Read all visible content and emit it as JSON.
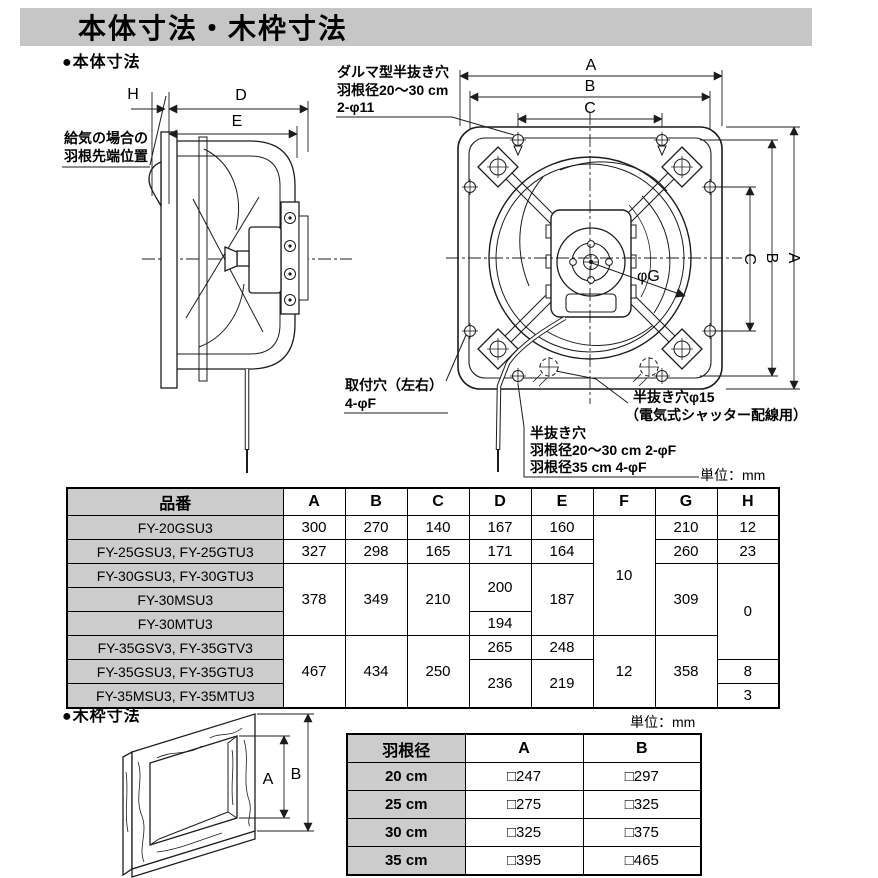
{
  "page": {
    "title": "本体寸法・木枠寸法"
  },
  "dims": {
    "H": "H",
    "D": "D",
    "E": "E",
    "A": "A",
    "B": "B",
    "C": "C",
    "phi_g": "φG"
  },
  "body_section": {
    "heading": "●本体寸法",
    "unit_label": "単位：mm",
    "annotations": {
      "supply": [
        "給気の場合の",
        "羽根先端位置"
      ],
      "darma": [
        "ダルマ型半抜き穴",
        "羽根径20〜30 cm",
        "2-φ11"
      ],
      "mount": [
        "取付穴（左右）",
        "4-φF"
      ],
      "half15": [
        "半抜き穴φ15",
        "（電気式シャッター配線用）"
      ],
      "half": [
        "半抜き穴",
        "羽根径20〜30 cm  2-φF",
        "羽根径35 cm  4-φF"
      ]
    },
    "table": {
      "headers": [
        "品番",
        "A",
        "B",
        "C",
        "D",
        "E",
        "F",
        "G",
        "H"
      ],
      "rows": [
        {
          "model": "FY-20GSU3",
          "A": "300",
          "B": "270",
          "C": "140",
          "D": "167",
          "E": "160",
          "F": "10",
          "G": "210",
          "H": "12"
        },
        {
          "model": "FY-25GSU3, FY-25GTU3",
          "A": "327",
          "B": "298",
          "C": "165",
          "D": "171",
          "E": "164",
          "G": "260",
          "H": "23"
        },
        {
          "model": "FY-30GSU3, FY-30GTU3",
          "A": "378",
          "B": "349",
          "C": "210",
          "D": "200",
          "E": "187",
          "G": "309",
          "H": "0"
        },
        {
          "model": "FY-30MSU3"
        },
        {
          "model": "FY-30MTU3",
          "D": "194"
        },
        {
          "model": "FY-35GSV3, FY-35GTV3",
          "A": "467",
          "B": "434",
          "C": "250",
          "D": "265",
          "E": "248",
          "F": "12",
          "G": "358"
        },
        {
          "model": "FY-35GSU3, FY-35GTU3",
          "D": "236",
          "E": "219",
          "H": "8"
        },
        {
          "model": "FY-35MSU3, FY-35MTU3",
          "H": "3"
        }
      ]
    }
  },
  "wood_section": {
    "heading": "●木枠寸法",
    "unit_label": "単位：mm",
    "table": {
      "headers": [
        "羽根径",
        "A",
        "B"
      ],
      "rows": [
        {
          "size": "20 cm",
          "A": "□247",
          "B": "□297"
        },
        {
          "size": "25 cm",
          "A": "□275",
          "B": "□325"
        },
        {
          "size": "30 cm",
          "A": "□325",
          "B": "□375"
        },
        {
          "size": "35 cm",
          "A": "□395",
          "B": "□465"
        }
      ]
    }
  }
}
